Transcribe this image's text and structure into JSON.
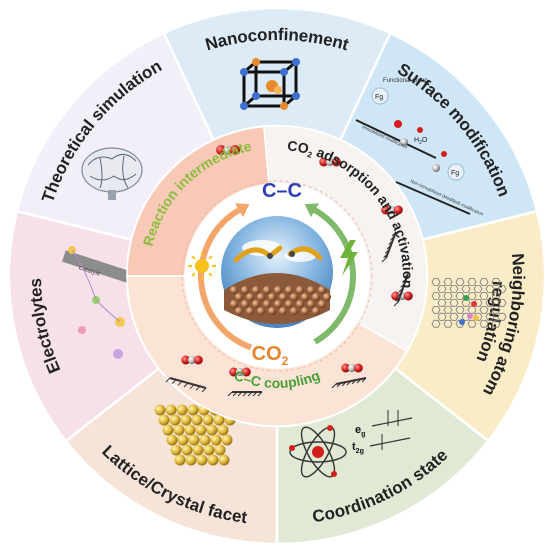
{
  "segments": [
    {
      "id": "nanoconfinement",
      "label": "Nanoconfinement",
      "color": "#dcebf6"
    },
    {
      "id": "surface",
      "label": "Surface modification",
      "color": "#cfe6f6"
    },
    {
      "id": "neighboring",
      "label": "Neighboring atom regulation",
      "line1": "Neighboring atom",
      "line2": "regulation",
      "color": "#fbecc8"
    },
    {
      "id": "coordination",
      "label": "Coordination state",
      "color": "#dfe9d3"
    },
    {
      "id": "lattice",
      "label": "Lattice/Crystal facet",
      "color": "#f6e4d9"
    },
    {
      "id": "electrolytes",
      "label": "Electrolytes",
      "color": "#f6e0ea"
    },
    {
      "id": "theoretical",
      "label": "Theoretical simulation",
      "color": "#f2eff8"
    }
  ],
  "inner": {
    "reaction_intermediate": "Reaction intermediate",
    "co2_adsorption_a": "CO",
    "co2_adsorption_sub": "2",
    "co2_adsorption_b": " adsorption and activation",
    "cc_coupling": "C–C coupling",
    "center_top": "C–C",
    "center_bottom": "CO",
    "center_bottom_sub": "2"
  },
  "surface_details": {
    "functional_group": "Functional group",
    "fg1": "Fg",
    "fg2": "Fg",
    "h2o": "H",
    "h2o_sub": "2",
    "h2o_tail": "O",
    "mod1": "Immobilized modification",
    "mod2": "Non-immobilized (Modified) modification"
  },
  "electrolyte_details": {
    "catalyst": "Catalyst"
  },
  "coordination_details": {
    "eg": "e",
    "eg_sub": "g",
    "t2g": "t",
    "t2g_sub": "2g"
  },
  "colors": {
    "inner_ring": "#f9c9b8",
    "inner_ring_right": "#f6f3f1",
    "orange_arrow": "#f4a56a",
    "green_arrow": "#7fb96a",
    "cc_blue": "#2f3fb8",
    "co2_orange": "#e7852f",
    "reaction_green": "#8dbb3c",
    "coupling_green": "#4aa036"
  }
}
